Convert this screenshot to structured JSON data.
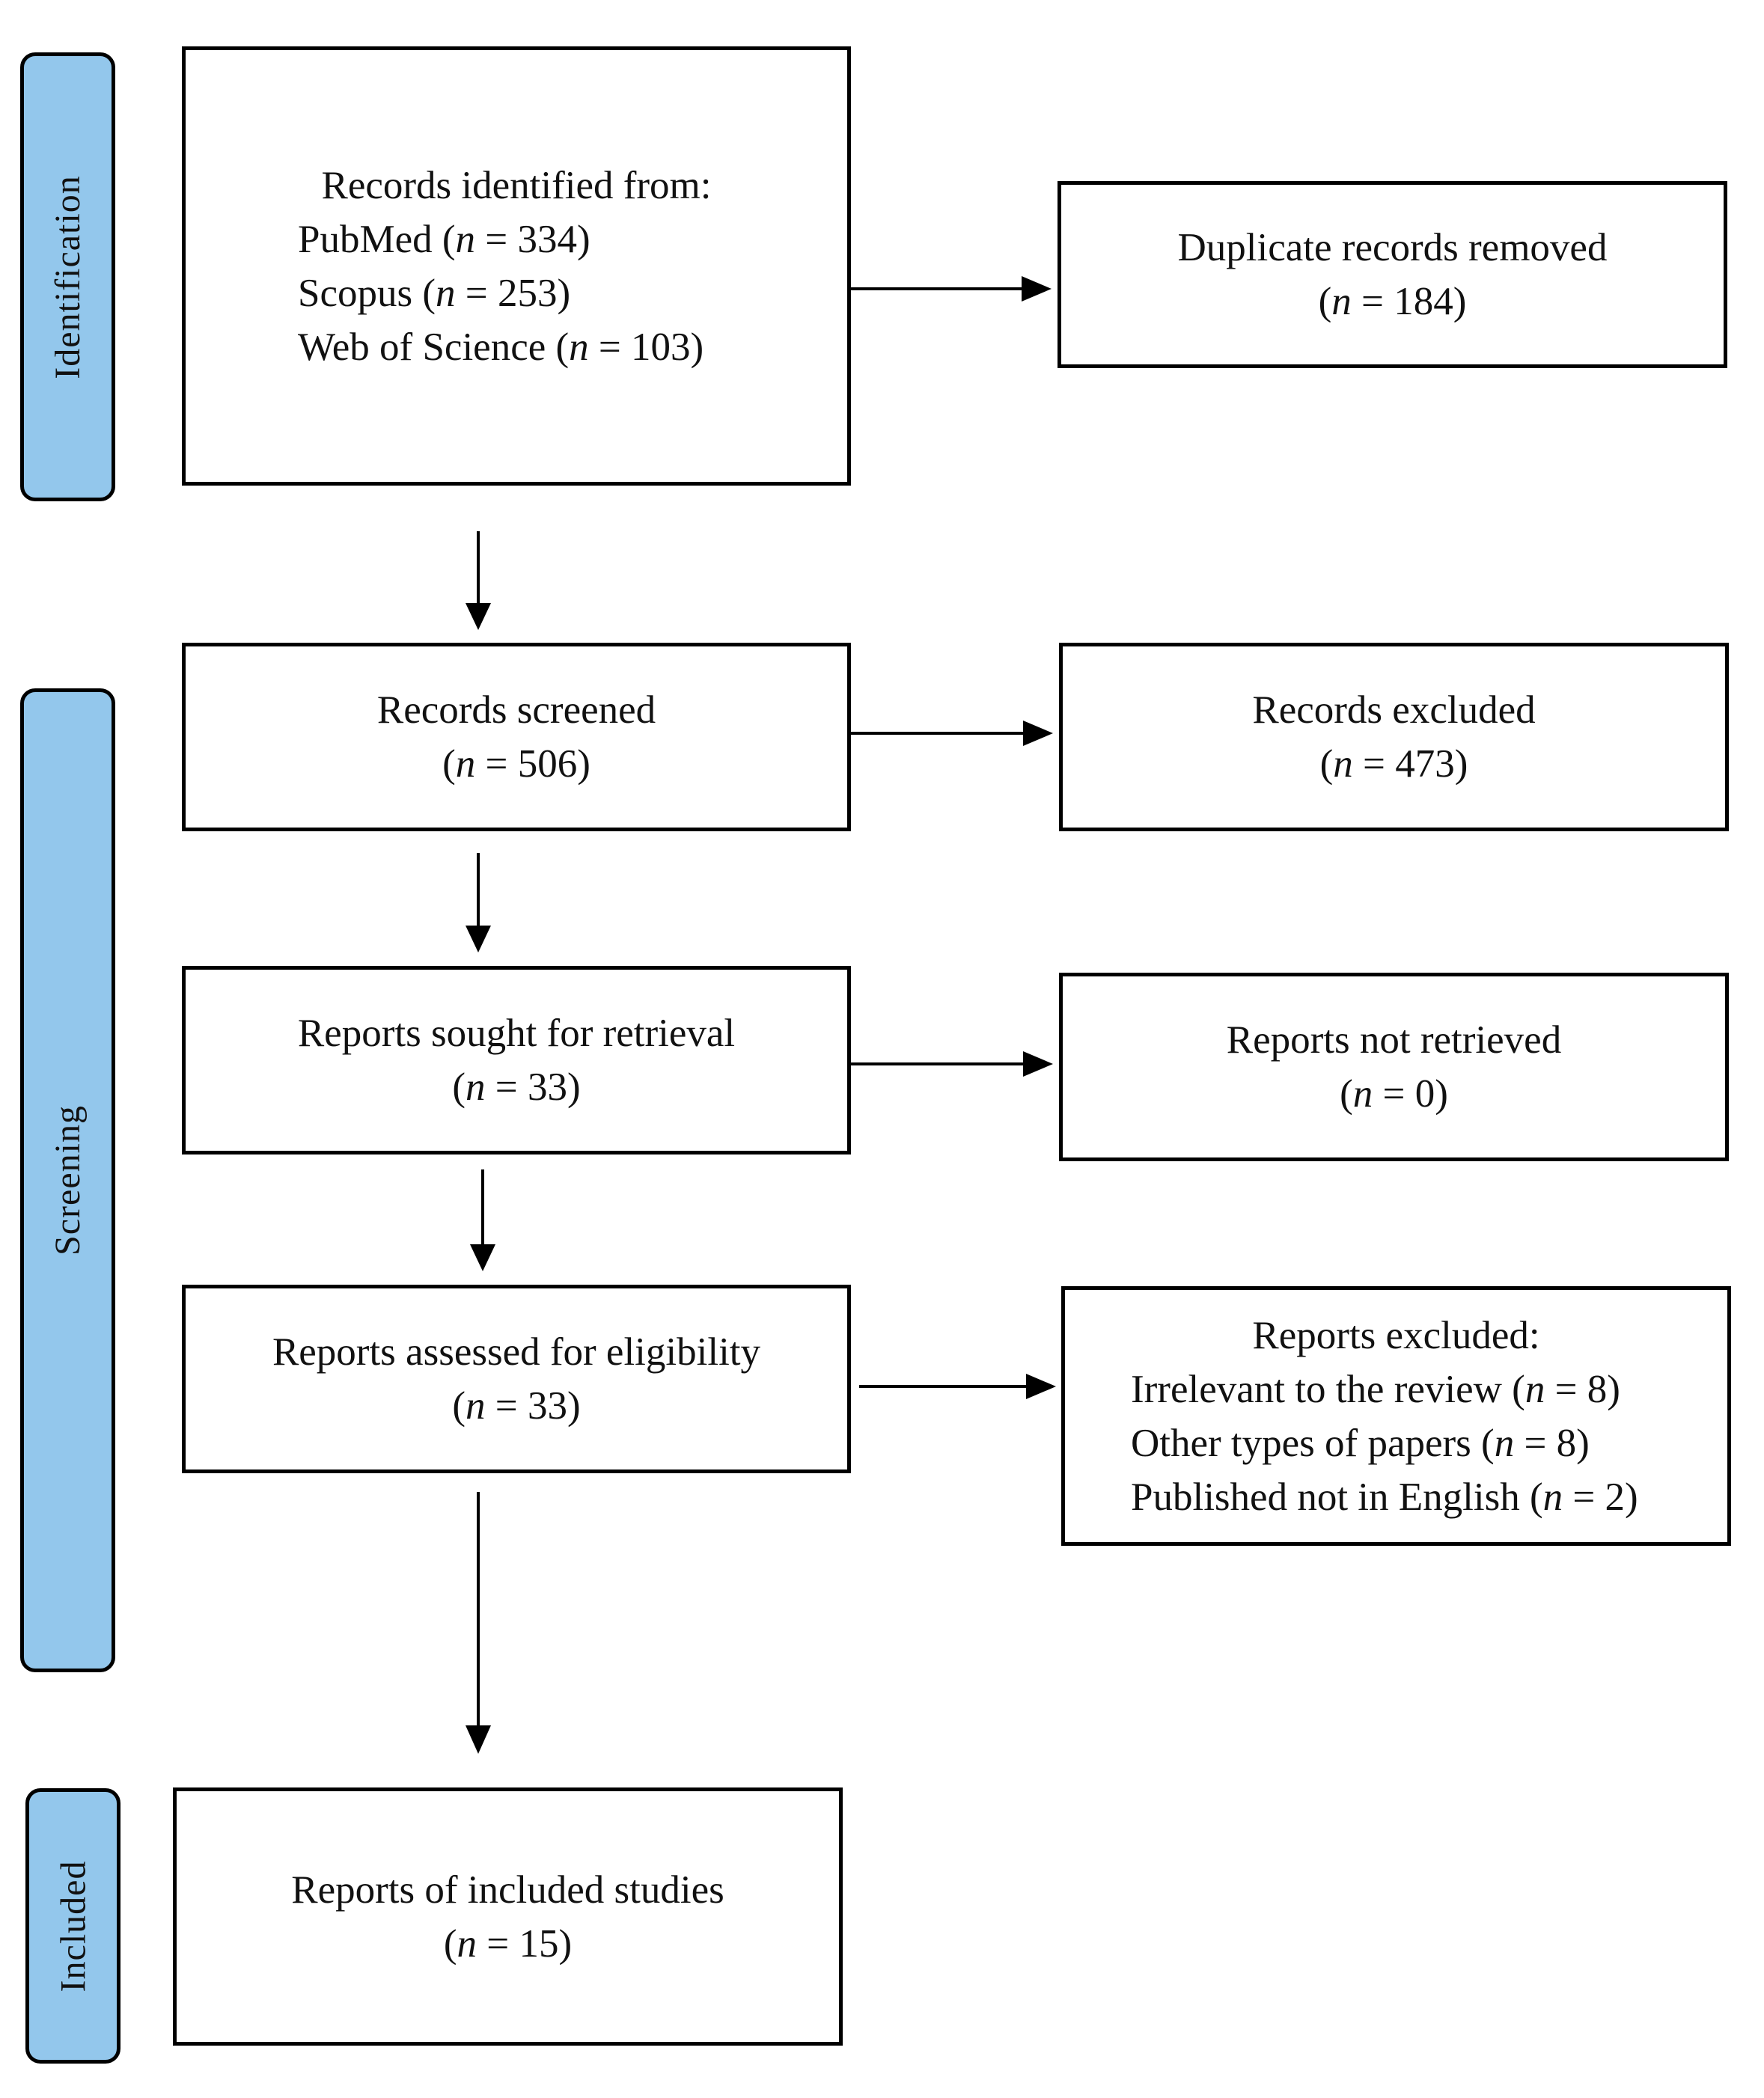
{
  "phases": {
    "identification": "Identification",
    "screening": "Screening",
    "included": "Included"
  },
  "boxes": {
    "identified": {
      "heading": "Records identified from:",
      "sources": [
        {
          "name": "PubMed",
          "count": "334"
        },
        {
          "name": "Scopus",
          "count": "253"
        },
        {
          "name": "Web of Science",
          "count": "103"
        }
      ]
    },
    "duplicates": {
      "label": "Duplicate records removed",
      "count": "184"
    },
    "screened": {
      "label": "Records screened",
      "count": "506"
    },
    "excluded": {
      "label": "Records excluded",
      "count": "473"
    },
    "sought": {
      "label": "Reports sought for retrieval",
      "count": "33"
    },
    "not_retrieved": {
      "label": "Reports not retrieved",
      "count": "0"
    },
    "assessed": {
      "label": "Reports assessed for eligibility",
      "count": "33"
    },
    "reports_excluded": {
      "heading": "Reports excluded:",
      "reasons": [
        {
          "name": "Irrelevant to the review",
          "count": "8"
        },
        {
          "name": "Other types of papers",
          "count": "8"
        },
        {
          "name": "Published not in English",
          "count": "2"
        }
      ]
    },
    "included": {
      "label": "Reports of included studies",
      "count": "15"
    }
  },
  "n_symbol": "n",
  "equals": " = "
}
